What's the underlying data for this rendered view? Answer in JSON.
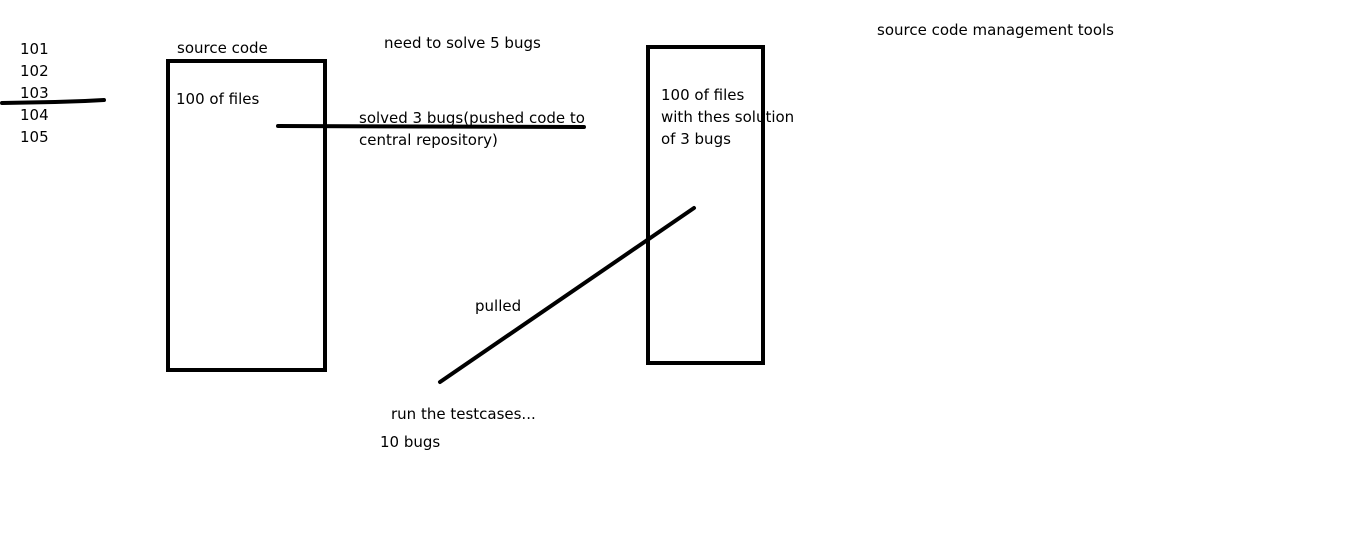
{
  "colors": {
    "background": "#ffffff",
    "ink": "#000000"
  },
  "numbers": [
    "101",
    "102",
    "103",
    "104",
    "105"
  ],
  "left_box": {
    "title": "source code",
    "content": "100 of files"
  },
  "top_note": "need to solve 5 bugs",
  "push_note": {
    "line1": "solved 3 bugs(pushed code to",
    "line2": "central repository)"
  },
  "right_box": {
    "line1": "100 of files",
    "line2": "with thes solution",
    "line3": "of 3 bugs"
  },
  "tools_title": "source code management tools",
  "pulled_label": "pulled",
  "testcases_label": "run the testcases...",
  "bugs_label": "10 bugs"
}
